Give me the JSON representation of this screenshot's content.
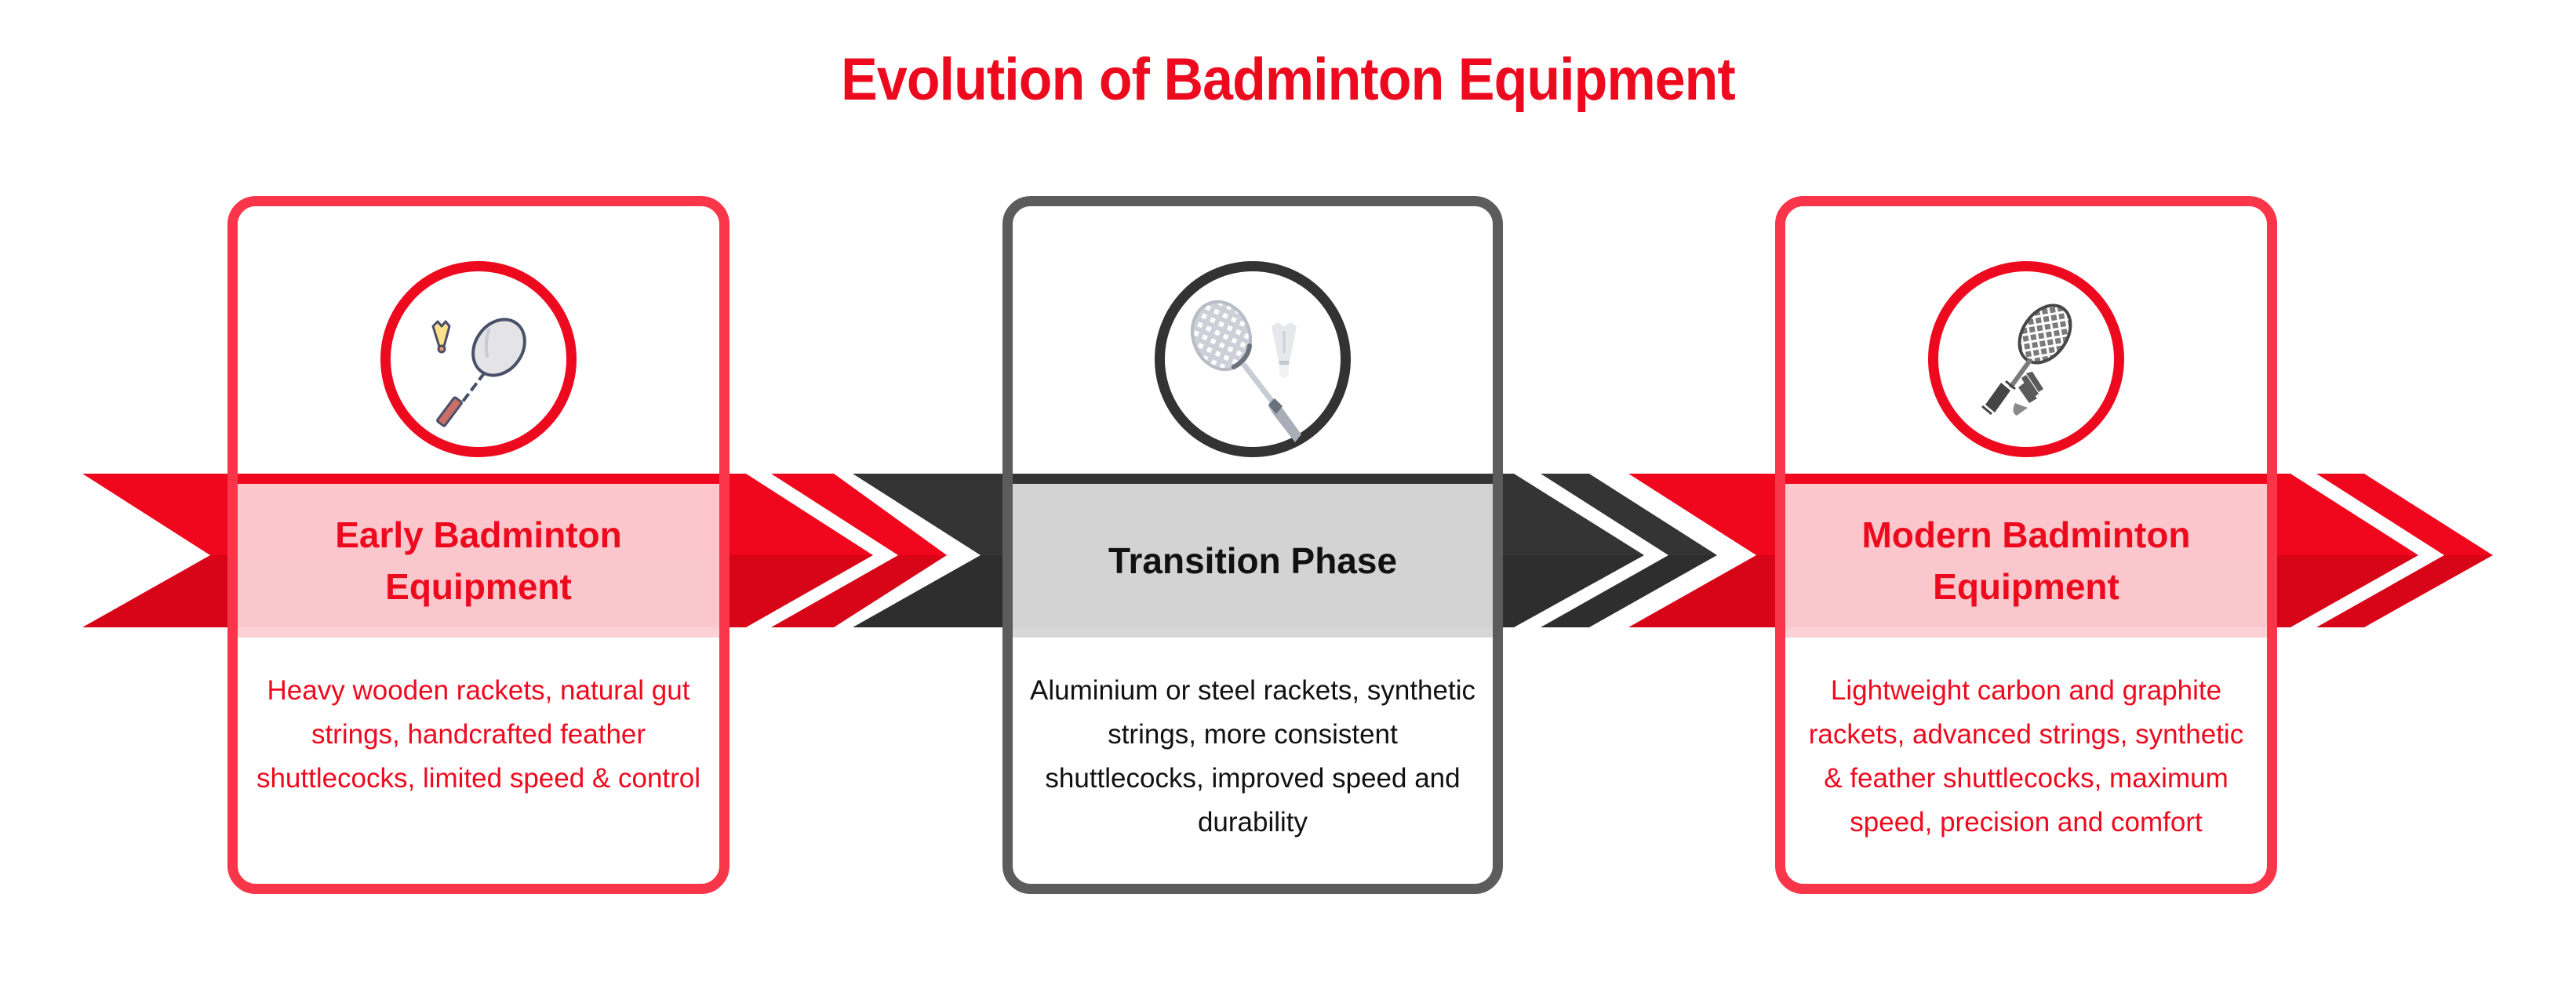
{
  "title": "Evolution of Badminton Equipment",
  "colors": {
    "accent_red": "#EE0A1E",
    "card_red_border": "#F93549",
    "dark": "#333333",
    "dark_border": "#5C5C5C",
    "red_tint_overlay": "#FBCFD3",
    "grey_overlay": "#D6D6D6"
  },
  "stages": [
    {
      "theme": "red",
      "icon": "racket-shuttlecock-outline-icon",
      "heading": "Early Badminton Equipment",
      "heading_lines": [
        "Early Badminton",
        "Equipment"
      ],
      "description": "Heavy wooden rackets, natural gut strings, handcrafted feather shuttlecocks, limited speed & control"
    },
    {
      "theme": "dark",
      "icon": "racket-shuttlecock-flat-icon",
      "heading": "Transition Phase",
      "heading_lines": [
        "Transition Phase"
      ],
      "description": "Aluminium or steel rackets, synthetic strings, more consistent shuttlecocks, improved speed and durability"
    },
    {
      "theme": "red",
      "icon": "racket-shuttlecock-solid-icon",
      "heading": "Modern Badminton Equipment",
      "heading_lines": [
        "Modern Badminton",
        "Equipment"
      ],
      "description": "Lightweight carbon and graphite rackets, advanced strings, synthetic & feather shuttlecocks, maximum speed, precision and comfort"
    }
  ]
}
